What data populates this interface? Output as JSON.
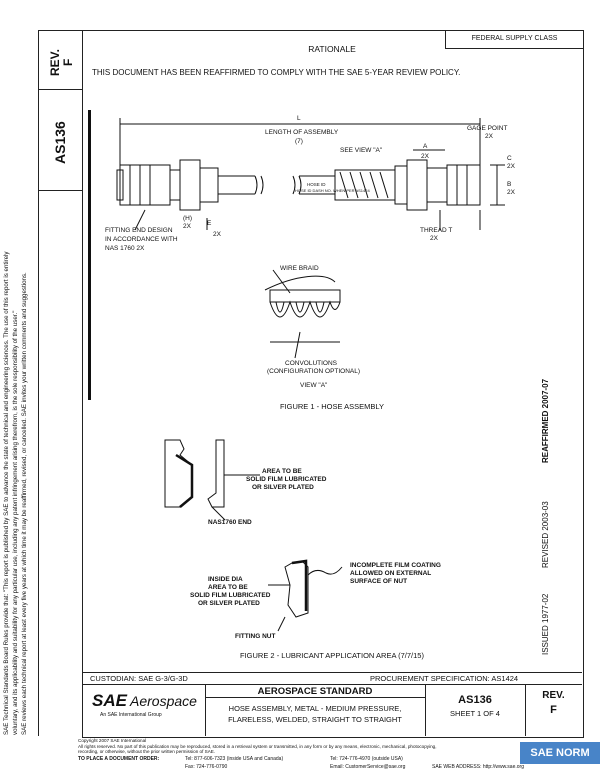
{
  "header": {
    "rev_label": "REV.",
    "rev_value": "F",
    "doc_number": "AS136",
    "federal_supply_class": "FEDERAL SUPPLY CLASS",
    "rationale_title": "RATIONALE",
    "rationale_text": "THIS DOCUMENT HAS BEEN REAFFIRMED TO COMPLY WITH THE SAE 5-YEAR REVIEW POLICY."
  },
  "left_notes": [
    "SAE Technical Standards Board Rules provide that: \"This report is published by SAE to advance the state of technical and engineering sciences. The use of this report is entirely",
    "voluntary, and its applicability and suitability for any particular use, including any patent infringement arising therefrom, is the sole responsibility of the user.\"",
    "SAE reviews each technical report at least every five years at which time it may be reaffirmed, revised, or cancelled. SAE invites your written comments and suggestions."
  ],
  "right_vertical": {
    "issued": "ISSUED 1977-02",
    "revised": "REVISED 2003-03",
    "reaffirmed": "REAFFIRMED 2007-07"
  },
  "figure1": {
    "caption": "FIGURE 1 - HOSE ASSEMBLY",
    "labels": {
      "length": "L",
      "length_of_assembly": "LENGTH OF ASSEMBLY",
      "length_tol": "(7)",
      "gage_point": "GAGE POINT",
      "gage_2x": "2X",
      "see_view": "SEE VIEW \"A\"",
      "a": "A",
      "a_2x": "2X",
      "c": "C",
      "c_2x": "2X",
      "b": "B",
      "b_2x": "2X",
      "hose_id": "HOSE ID",
      "hose_id_desc": "HOSE ID DASH NO. WHEN PER AS1424",
      "h": "(H)",
      "h_2x": "2X",
      "e": "E",
      "e_2x": "2X",
      "fitting_end": "FITTING END DESIGN",
      "accordance": "IN ACCORDANCE WITH",
      "nas": "NAS 1760 2X",
      "thread": "THREAD T",
      "thread_2x": "2X",
      "wire_braid": "WIRE BRAID",
      "convolutions": "CONVOLUTIONS",
      "config_optional": "(CONFIGURATION OPTIONAL)",
      "view_a": "VIEW \"A\""
    }
  },
  "figure2": {
    "caption": "FIGURE 2 - LUBRICANT APPLICATION AREA (7/7/15)",
    "labels": {
      "area_to_be": "AREA TO BE",
      "solid_film": "SOLID FILM LUBRICATED",
      "silver": "OR SILVER PLATED",
      "nas_end": "NAS1760 END",
      "incomplete": "INCOMPLETE FILM COATING",
      "allowed": "ALLOWED ON EXTERNAL",
      "surface": "SURFACE OF NUT",
      "inside_dia": "INSIDE DIA",
      "area_to_be2": "AREA TO BE",
      "solid_film2": "SOLID FILM LUBRICATED",
      "silver2": "OR SILVER PLATED",
      "fitting_nut": "FITTING NUT"
    }
  },
  "titleblock": {
    "custodian": "CUSTODIAN:  SAE G-3/G-3D",
    "procurement": "PROCUREMENT SPECIFICATION:  AS1424",
    "brand_sae": "SAE",
    "brand_aero": "Aerospace",
    "brand_tag": "An SAE International Group",
    "standard": "AEROSPACE STANDARD",
    "title_line1": "HOSE ASSEMBLY, METAL - MEDIUM PRESSURE,",
    "title_line2": "FLARELESS, WELDED, STRAIGHT TO STRAIGHT",
    "doc": "AS136",
    "sheet": "SHEET 1 OF 4",
    "rev_label": "REV.",
    "rev": "F"
  },
  "footer": {
    "copyright": "Copyright 2007 SAE International",
    "rights": "All rights reserved. No part of this publication may be reproduced, stored in a retrieval system or transmitted, in any form or by any means, electronic, mechanical, photocopying,",
    "rights2": "recording, or otherwise, without the prior written permission of SAE.",
    "order": "TO PLACE A DOCUMENT ORDER:",
    "tel1": "Tel: 877-606-7323 (inside USA and Canada)",
    "tel2": "Tel: 724-776-4970 (outside USA)",
    "fax": "Fax: 724-776-0790",
    "email": "Email: CustomerService@sae.org",
    "web": "SAE WEB ADDRESS: http://www.sae.org",
    "watermark": "SAE NORM"
  }
}
